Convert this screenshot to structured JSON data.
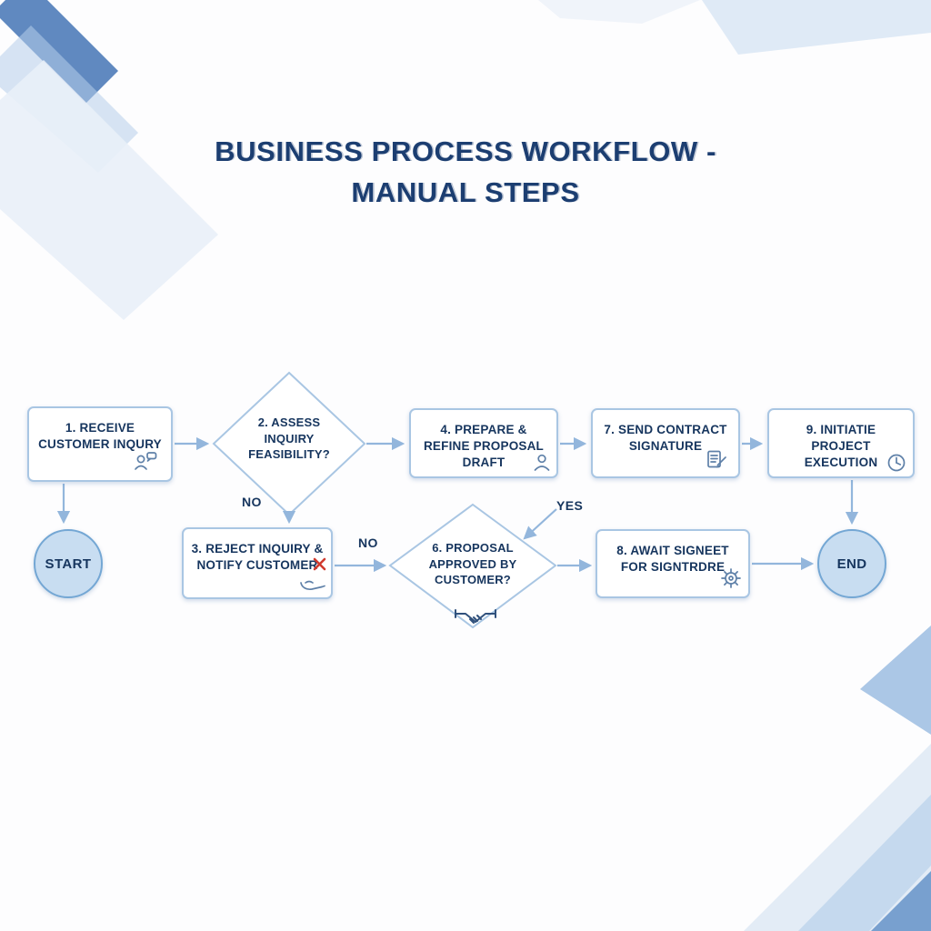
{
  "title": "BUSINESS PROCESS WORKFLOW - MANUAL STEPS",
  "colors": {
    "accent_dark": "#1c3e71",
    "node_border": "#a9c6e3",
    "node_text": "#16355e",
    "arrow": "#93b6dc",
    "terminal_fill": "#c8ddf1",
    "terminal_border": "#74a7d4",
    "reject_x": "#d03a2e"
  },
  "nodes": {
    "step1": {
      "label": "1. RECEIVE CUSTOMER INQURY",
      "icon": "person-chat-icon"
    },
    "step2": {
      "label": "2. ASSESS INQUIRY FEASIBILITY?"
    },
    "step3": {
      "label": "3. REJECT INQUIRY & NOTIFY CUSTOMER",
      "icon": "reject-hand-icon"
    },
    "step4": {
      "label": "4. PREPARE & REFINE PROPOSAL DRAFT",
      "icon": "person-icon"
    },
    "step6": {
      "label": "6. PROPOSAL APPROVED BY CUSTOMER?",
      "icon": "handshake-icon"
    },
    "step7": {
      "label": "7. SEND CONTRACT SIGNATURE",
      "icon": "document-pen-icon"
    },
    "step8": {
      "label": "8. AWAIT SIGNEET FOR SIGNTRDRE",
      "icon": "gear-icon"
    },
    "step9": {
      "label": "9. INITIATIE PROJECT EXECUTION",
      "icon": "clock-icon"
    },
    "start": {
      "label": "START"
    },
    "end": {
      "label": "END"
    }
  },
  "edge_labels": {
    "no_down": "NO",
    "no_right": "NO",
    "yes": "YES"
  }
}
